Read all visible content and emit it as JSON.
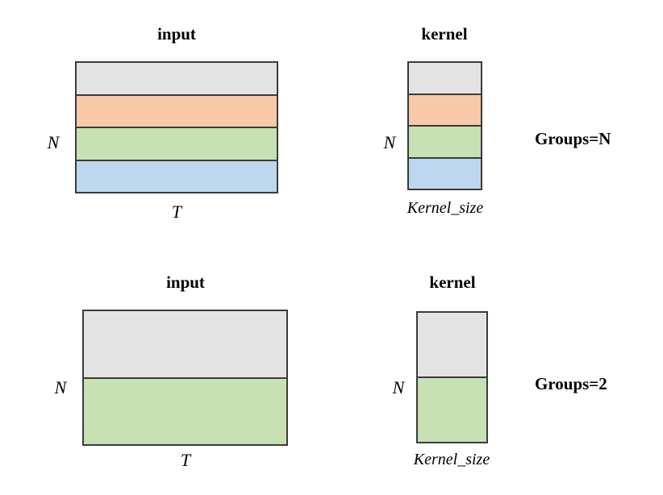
{
  "figure": {
    "description": "Grouped 1-D convolution illustration comparing Groups=N (depthwise) and Groups=2",
    "background_color": "#ffffff",
    "border_color": "#3b3b3b",
    "palette": {
      "gray": "#e3e3e3",
      "orange": "#f7c9a8",
      "green": "#c7e0b4",
      "blue": "#bdd7ee"
    }
  },
  "rows": [
    {
      "id": "groups-n",
      "group_label": "Groups=N",
      "input": {
        "title": "input",
        "height_label": "N",
        "width_label": "T",
        "bands": [
          {
            "name": "band-gray",
            "color": "#e3e3e3"
          },
          {
            "name": "band-orange",
            "color": "#f7c9a8"
          },
          {
            "name": "band-green",
            "color": "#c7e0b4"
          },
          {
            "name": "band-blue",
            "color": "#bdd7ee"
          }
        ]
      },
      "kernel": {
        "title": "kernel",
        "height_label": "N",
        "width_label": "Kernel_size",
        "bands": [
          {
            "name": "band-gray",
            "color": "#e3e3e3"
          },
          {
            "name": "band-orange",
            "color": "#f7c9a8"
          },
          {
            "name": "band-green",
            "color": "#c7e0b4"
          },
          {
            "name": "band-blue",
            "color": "#bdd7ee"
          }
        ]
      }
    },
    {
      "id": "groups-2",
      "group_label": "Groups=2",
      "input": {
        "title": "input",
        "height_label": "N",
        "width_label": "T",
        "bands": [
          {
            "name": "band-gray",
            "color": "#e3e3e3"
          },
          {
            "name": "band-green",
            "color": "#c7e0b4"
          }
        ]
      },
      "kernel": {
        "title": "kernel",
        "height_label": "N",
        "width_label": "Kernel_size",
        "bands": [
          {
            "name": "band-gray",
            "color": "#e3e3e3"
          },
          {
            "name": "band-green",
            "color": "#c7e0b4"
          }
        ]
      }
    }
  ]
}
